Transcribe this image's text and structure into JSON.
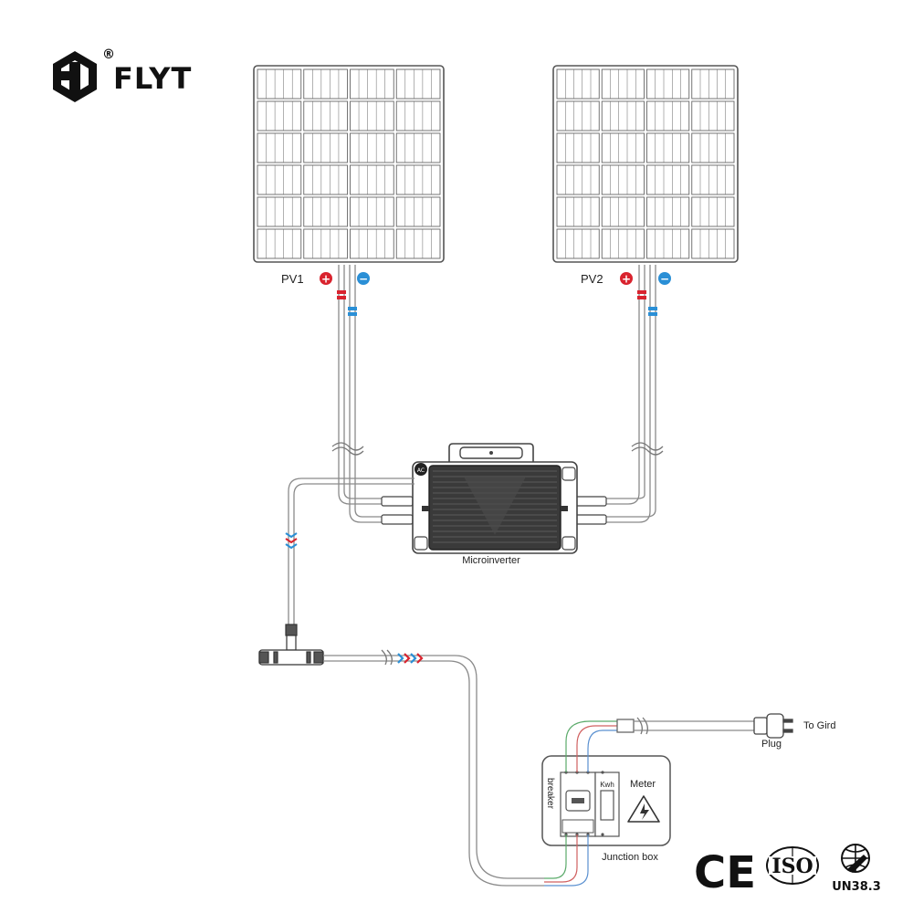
{
  "brand": {
    "name": "FLYT",
    "registered_mark": "®"
  },
  "panels": [
    {
      "label": "PV1",
      "plus": "+",
      "minus": "−"
    },
    {
      "label": "PV2",
      "plus": "+",
      "minus": "−"
    }
  ],
  "microinverter": {
    "label": "Microinverter",
    "port_label": "AC"
  },
  "junction_box": {
    "label": "Junction box",
    "breaker": "breaker",
    "meter": "Meter",
    "kwh": "Kwh"
  },
  "grid": {
    "plug_label": "Plug",
    "to_grid_label": "To Gird"
  },
  "certifications": {
    "ce": "CE",
    "iso": "ISO",
    "un": "UN38.3"
  },
  "colors": {
    "line": "#8a8a8a",
    "cable_red": "#d9232e",
    "cable_blue": "#2a8fd6",
    "wire_green": "#5aaa6a",
    "wire_red": "#d06060",
    "wire_blue": "#5a90d0"
  }
}
